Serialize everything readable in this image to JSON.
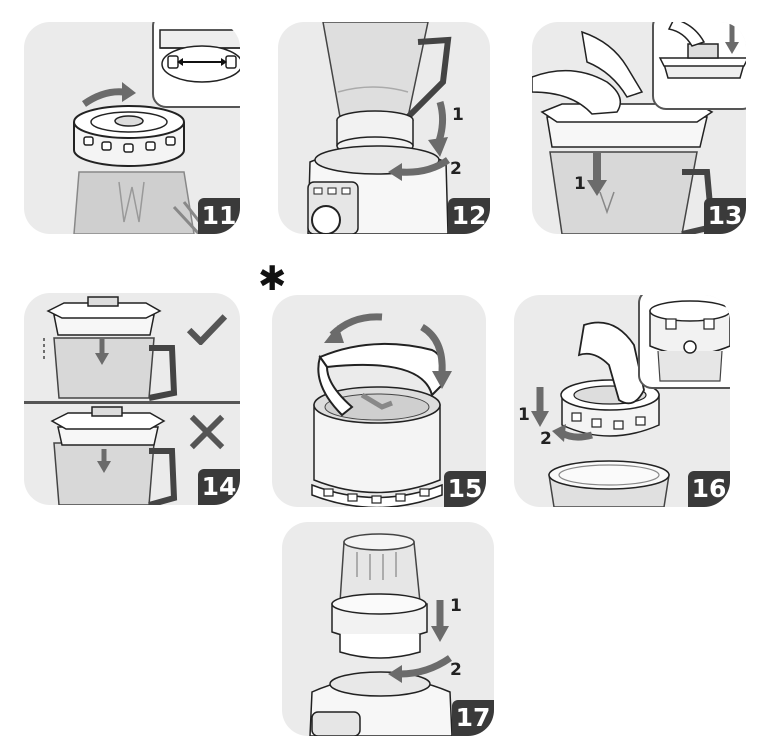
{
  "steps": [
    {
      "number": "11"
    },
    {
      "number": "12",
      "labels": [
        "1",
        "2"
      ]
    },
    {
      "number": "13",
      "labels": [
        "1"
      ]
    },
    {
      "number": "14"
    },
    {
      "number": "15"
    },
    {
      "number": "16",
      "labels": [
        "1",
        "2"
      ]
    },
    {
      "number": "17",
      "labels": [
        "1",
        "2"
      ]
    }
  ],
  "optional_marker": "✱",
  "icons": {
    "correct": "check-icon",
    "incorrect": "cross-icon"
  },
  "colors": {
    "panel": "#ebebeb",
    "badge": "#3a3a3a",
    "arrow": "#6b6b6b",
    "line": "#222222"
  }
}
